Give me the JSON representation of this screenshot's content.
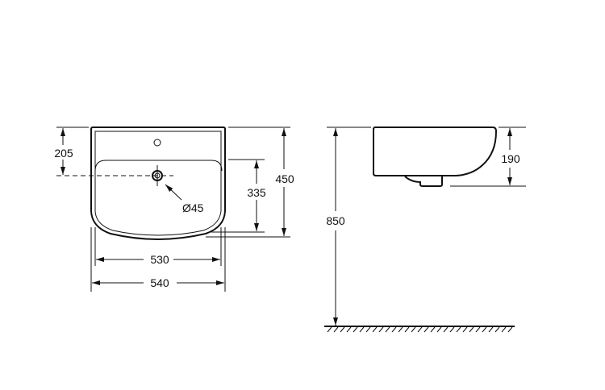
{
  "front_view": {
    "dim_drain_from_top": "205",
    "dim_basin_depth": "335",
    "dim_depth": "450",
    "dim_inner_width": "530",
    "dim_width": "540",
    "dim_drain_diameter": "Ø45"
  },
  "side_view": {
    "dim_height": "190",
    "dim_mount_height": "850"
  },
  "colors": {
    "line": "#111111",
    "background": "#ffffff"
  }
}
